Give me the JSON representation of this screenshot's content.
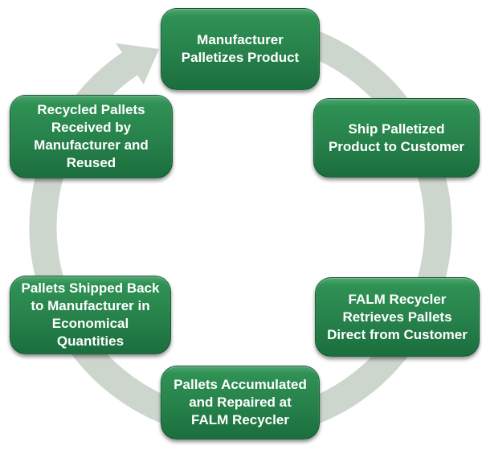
{
  "background_color": "#ffffff",
  "diagram": {
    "type": "cycle",
    "flow_direction": "clockwise",
    "ring_color": "#cdd6cc",
    "node_color_top": "#2f9154",
    "node_color_bottom": "#1b6e3e",
    "node_text_color": "#ffffff",
    "nodes": [
      {
        "id": "manufacturer-palletizes-product",
        "position": "top",
        "label": "Manufacturer Palletizes Product",
        "lines": [
          "Manufacturer",
          "Palletizes Product"
        ]
      },
      {
        "id": "ship-palletized-product-to-customer",
        "position": "top-right",
        "label": "Ship Palletized Product to Customer",
        "lines": [
          "Ship Palletized",
          "Product to Customer"
        ]
      },
      {
        "id": "falm-recycler-retrieves-pallets",
        "position": "bottom-right",
        "label": "FALM Recycler Retrieves Pallets Direct from Customer",
        "lines": [
          "FALM Recycler",
          "Retrieves Pallets",
          "Direct from Customer"
        ]
      },
      {
        "id": "pallets-accumulated-and-repaired",
        "position": "bottom",
        "label": "Pallets Accumulated and Repaired at FALM Recycler",
        "lines": [
          "Pallets Accumulated",
          "and Repaired at",
          "FALM Recycler"
        ]
      },
      {
        "id": "pallets-shipped-back-to-manufacturer",
        "position": "bottom-left",
        "label": "Pallets Shipped Back to Manufacturer in Economical Quantities",
        "lines": [
          "Pallets Shipped Back",
          "to Manufacturer in",
          "Economical",
          "Quantities"
        ]
      },
      {
        "id": "recycled-pallets-received-and-reused",
        "position": "top-left",
        "label": "Recycled Pallets Received by Manufacturer and Reused",
        "lines": [
          "Recycled Pallets",
          "Received by",
          "Manufacturer and",
          "Reused"
        ]
      }
    ]
  }
}
